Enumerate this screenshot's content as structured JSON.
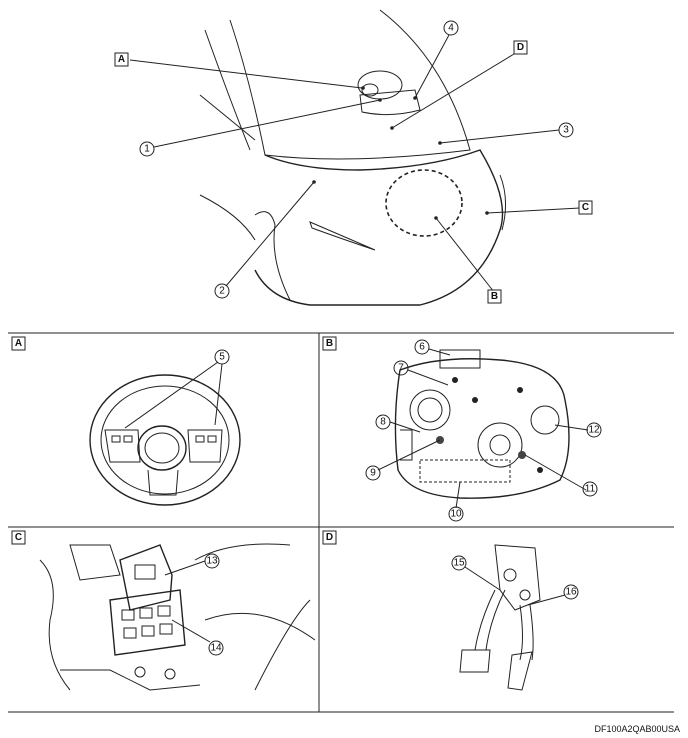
{
  "overview": {
    "callouts": [
      "1",
      "2",
      "3",
      "4"
    ],
    "view_labels": [
      "A",
      "B",
      "C",
      "D"
    ]
  },
  "panels": [
    {
      "label": "A",
      "callouts": [
        "5"
      ]
    },
    {
      "label": "B",
      "callouts": [
        "6",
        "7",
        "8",
        "9",
        "10",
        "11",
        "12"
      ]
    },
    {
      "label": "C",
      "callouts": [
        "13",
        "14"
      ]
    },
    {
      "label": "D",
      "callouts": [
        "15",
        "16"
      ]
    }
  ],
  "reference_code": "DF100A2QAB00USA"
}
